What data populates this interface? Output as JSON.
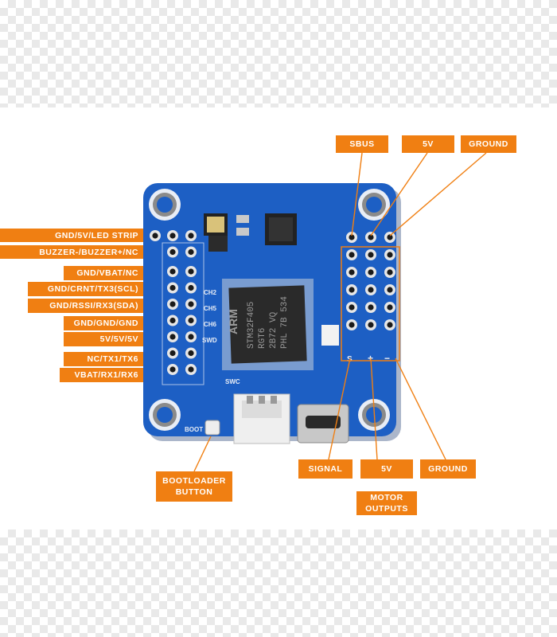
{
  "labels": {
    "sbus": "SBUS",
    "five_v_top": "5V",
    "ground_top": "GROUND",
    "gnd_5v_led": "GND/5V/LED STRIP",
    "buzzer": "BUZZER-/BUZZER+/NC",
    "gnd_vbat": "GND/VBAT/NC",
    "gnd_crnt": "GND/CRNT/TX3(SCL)",
    "gnd_rssi": "GND/RSSI/RX3(SDA)",
    "gnd_gnd": "GND/GND/GND",
    "five_v_row": "5V/5V/5V",
    "nc_tx1": "NC/TX1/TX6",
    "vbat_rx1": "VBAT/RX1/RX6",
    "signal": "SIGNAL",
    "five_v_bottom": "5V",
    "ground_bottom": "GROUND",
    "motor_outputs_line1": "MOTOR",
    "motor_outputs_line2": "OUTPUTS",
    "bootloader_line1": "BOOTLOADER",
    "bootloader_line2": "BUTTON"
  },
  "silkscreen": {
    "chip_line1": "STM32F405",
    "chip_line2": "RGT6",
    "chip_line3": "2B72 VQ",
    "chip_line4": "PHL 7B 534",
    "chip_logo": "ARM",
    "ch2": "CH2",
    "ch5": "CH5",
    "ch6": "CH6",
    "swd": "SWD",
    "swc": "SWC",
    "boot": "BOOT",
    "minus": "−",
    "plus": "+",
    "s": "S"
  },
  "colors": {
    "accent": "#f07f12",
    "pcb": "#1d5fc4",
    "pcb_dark": "#15479a"
  }
}
